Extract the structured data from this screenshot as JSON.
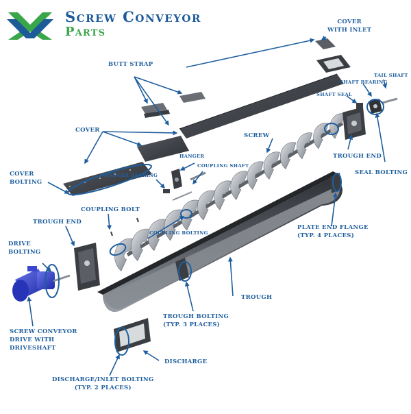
{
  "logo": {
    "title": "Screw Conveyor",
    "subtitle": "Parts",
    "colors": {
      "blue": "#1c5a98",
      "green": "#3aa64a"
    }
  },
  "labels": {
    "cover_with_inlet": "COVER\nWITH INLET",
    "butt_strap": "BUTT STRAP",
    "tail_shaft": "TAIL SHAFT",
    "shaft_bearing": "SHAFT BEARING",
    "shaft_seal": "SHAFT SEAL",
    "cover": "COVER",
    "screw": "SCREW",
    "trough_end_right": "TROUGH END",
    "seal_bolting": "SEAL BOLTING",
    "hanger": "HANGER",
    "coupling_shaft": "COUPLING SHAFT",
    "cover_bolting": "COVER\nBOLTING",
    "hanger_bearing": "HANGER BEARING",
    "coupling_bolt": "COUPLING BOLT",
    "trough_end_left": "TROUGH END",
    "plate_end_flange": "PLATE END FLANGE\n(TYP. 4 PLACES)",
    "drive_bolting": "DRIVE\nBOLTING",
    "coupling_bolting": "COUPLING BOLTING",
    "trough": "TROUGH",
    "trough_bolting": "TROUGH BOLTING\n(TYP. 3 PLACES)",
    "screw_conveyor_drive": "SCREW CONVEYOR\nDRIVE WITH\nDRIVESHAFT",
    "discharge": "DISCHARGE",
    "discharge_inlet_bolting": "DISCHARGE/INLET BOLTING\n(TYP. 2 PLACES)"
  },
  "colors": {
    "label": "#1f5e9e",
    "arrow": "#1f5e9e",
    "metal_dark": "#3a3d42",
    "metal_mid": "#8a8f96",
    "metal_light": "#c9ccd0"
  }
}
